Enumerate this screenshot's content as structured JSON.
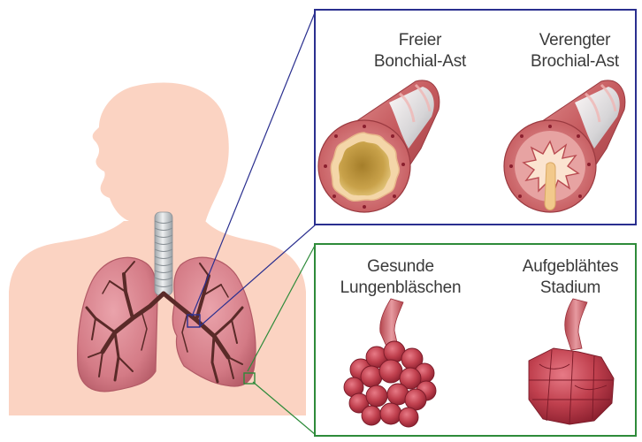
{
  "panels": {
    "bronchi": {
      "border_color": "#2a2f8f",
      "left_label": {
        "line1": "Freier",
        "line2": "Bonchial-Ast"
      },
      "right_label": {
        "line1": "Verengter",
        "line2": "Brochial-Ast"
      }
    },
    "alveoli": {
      "border_color": "#2e8b3a",
      "left_label": {
        "line1": "Gesunde",
        "line2": "Lungenbläschen"
      },
      "right_label": {
        "line1": "Aufgeblähtes",
        "line2": "Stadium"
      }
    }
  },
  "colors": {
    "skin": "#fbd3c2",
    "lung": "#d9818c",
    "bronchial_tree": "#5a2a28",
    "trachea": "#c8cdd0",
    "tube_wall": "#c55a5e",
    "open_lumen": "#c9a24a",
    "alveolus": "#c0404e"
  }
}
